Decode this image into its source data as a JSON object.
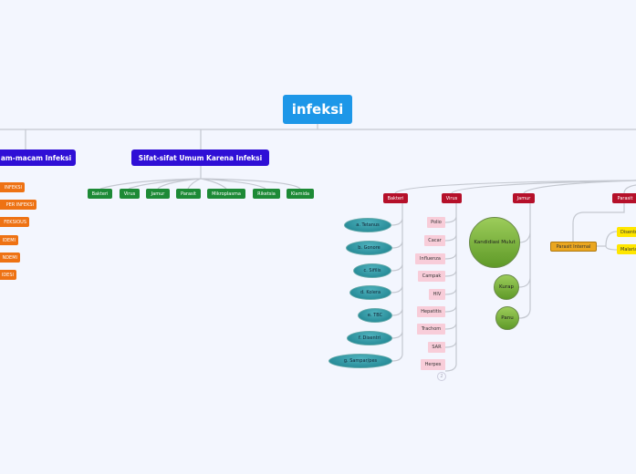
{
  "root": "infeksi",
  "branches": {
    "macam": "am-macam Infeksi",
    "sifat": "Sifat-sifat Umum Karena Infeksi"
  },
  "macam_items": [
    "INFEKSI",
    "PER INFEKSI",
    "FEKSIOUS",
    "IDEMI",
    "NDEMI",
    "IDESI"
  ],
  "sifat_items": [
    "Bakteri",
    "Virus",
    "Jamur",
    "Parasit",
    "Mikroplasma",
    "Riketsia",
    "Klamida"
  ],
  "categories": [
    "Bakteri",
    "Virus",
    "Jamur",
    "Parasit"
  ],
  "bakteri": [
    "a. Tetanus",
    "b. Gonore",
    "c. Sifilis",
    "d. Kolera",
    "e. TBC",
    "f. Disentri",
    "g. Sampar/pes"
  ],
  "virus": [
    "Polio",
    "Cacar",
    "Influenza",
    "Campak",
    "HIV",
    "Hepatitis",
    "Trachom",
    "SAR",
    "Herpes"
  ],
  "virus_collapsed": "2",
  "jamur": [
    "Kandidiasi Mulut",
    "Kurap",
    "Panu"
  ],
  "parasit": {
    "internal": "Parasit Internal",
    "items": [
      "Disentri",
      "Malaria"
    ]
  }
}
